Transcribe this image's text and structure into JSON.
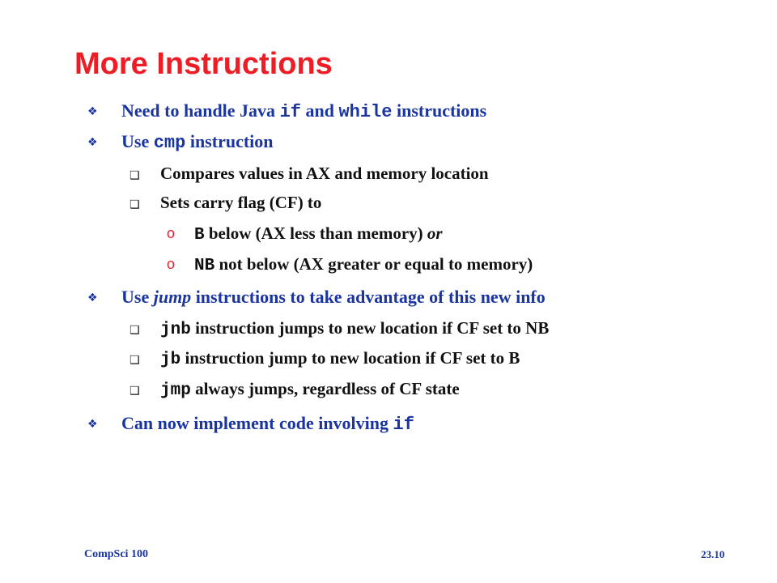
{
  "slide": {
    "title": "More Instructions",
    "bullets": {
      "l1": {
        "t1": "Need to handle Java ",
        "c1": "if",
        "t2": " and ",
        "c2": "while",
        "t3": " instructions"
      },
      "l2": {
        "t1": "Use ",
        "c1": "cmp",
        "t2": " instruction"
      },
      "l2a": {
        "t1": "Compares values in AX and memory location"
      },
      "l2b": {
        "t1": "Sets carry flag (CF) to"
      },
      "l2b1": {
        "c1": "B",
        "t1": " below (AX less than memory) ",
        "i1": "or"
      },
      "l2b2": {
        "c1": "NB",
        "t1": " not below (AX greater or equal to memory)"
      },
      "l3": {
        "t1": "Use ",
        "i1": "jump",
        "t2": " instructions to take advantage of this new info"
      },
      "l3a": {
        "c1": "jnb",
        "t1": " instruction jumps to new location if CF set to NB"
      },
      "l3b": {
        "c1": "jb",
        "t1": " instruction jump to new location if CF set to B"
      },
      "l3c": {
        "c1": "jmp",
        "t1": " always jumps, regardless of CF state"
      },
      "l4": {
        "t1": "Can now implement code involving ",
        "c1": "if"
      }
    },
    "bullet_glyphs": {
      "diamond": "❖",
      "square": "❑",
      "circle": "o"
    }
  },
  "footer": {
    "course": "CompSci 100",
    "page": "23.10"
  },
  "colors": {
    "title": "#ee1c25",
    "level1_text": "#1a35a0",
    "level2_text": "#111111",
    "circle_bullet": "#ee1c25"
  }
}
